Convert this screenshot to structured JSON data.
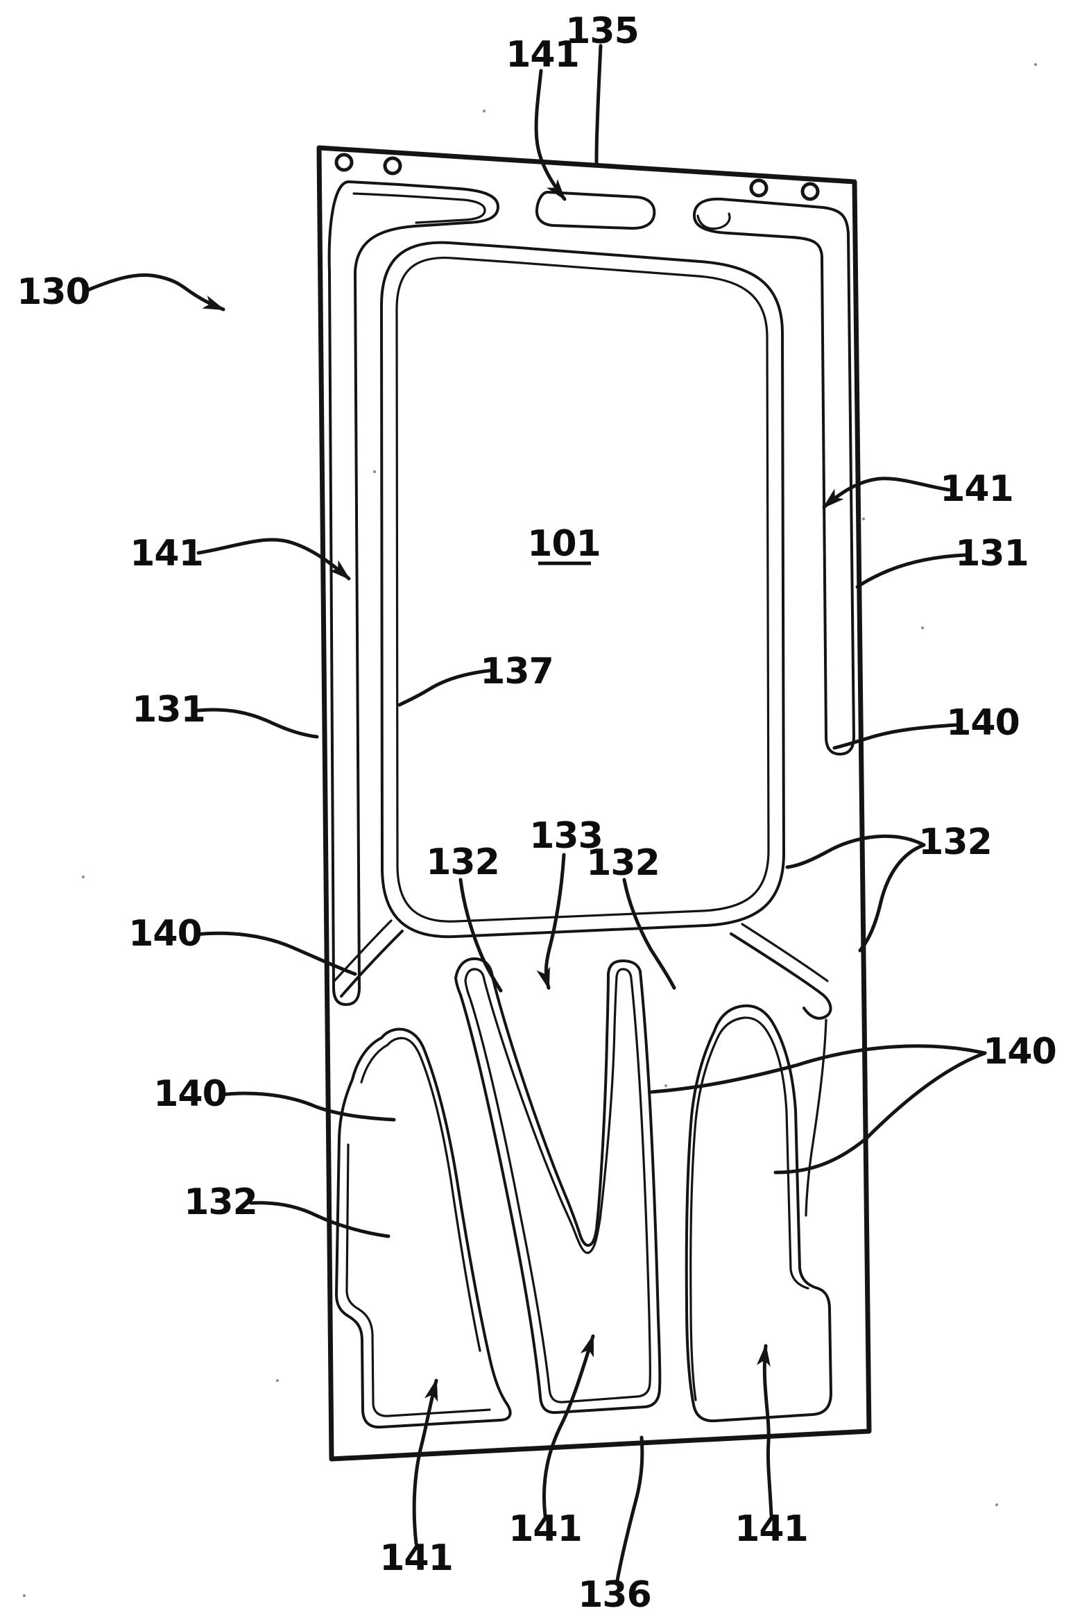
{
  "figure_type": "patent-line-drawing",
  "colors": {
    "line": "#141414",
    "paper": "#ffffff"
  },
  "labels": {
    "l130": "130",
    "l135": "135",
    "l141_top": "141",
    "l101": "101",
    "l137": "137",
    "l141_left": "141",
    "l131_left": "131",
    "l140_left_a": "140",
    "l140_left_b": "140",
    "l132_left": "132",
    "l132_mid_left": "132",
    "l133": "133",
    "l132_mid_right": "132",
    "l141_right": "141",
    "l131_right": "131",
    "l140_right_a": "140",
    "l132_right": "132",
    "l140_right_b": "140",
    "l141_bottom_left": "141",
    "l141_bottom_center": "141",
    "l136": "136",
    "l141_bottom_right": "141"
  }
}
